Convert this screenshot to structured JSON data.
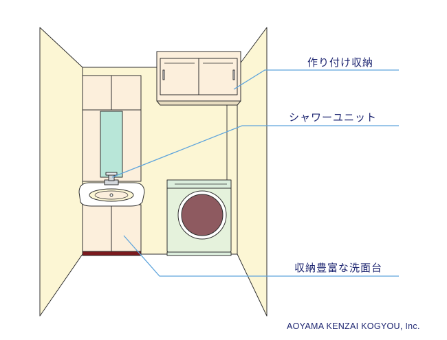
{
  "labels": {
    "storage": "作り付け収納",
    "shower": "シャワーユニット",
    "vanity": "収納豊富な洗面台"
  },
  "credit": "AOYAMA  KENZAI KOGYOU, Inc.",
  "colors": {
    "wall": "#fcf6d4",
    "cabinet": "#fcefdc",
    "mirror": "#b8e6d8",
    "washer": "#e5f2dc",
    "drum": "#8e5a60",
    "baseboard": "#7a1a1e",
    "line": "#2f2f2f",
    "leader": "#5ea4dc",
    "text": "#1c2470"
  }
}
